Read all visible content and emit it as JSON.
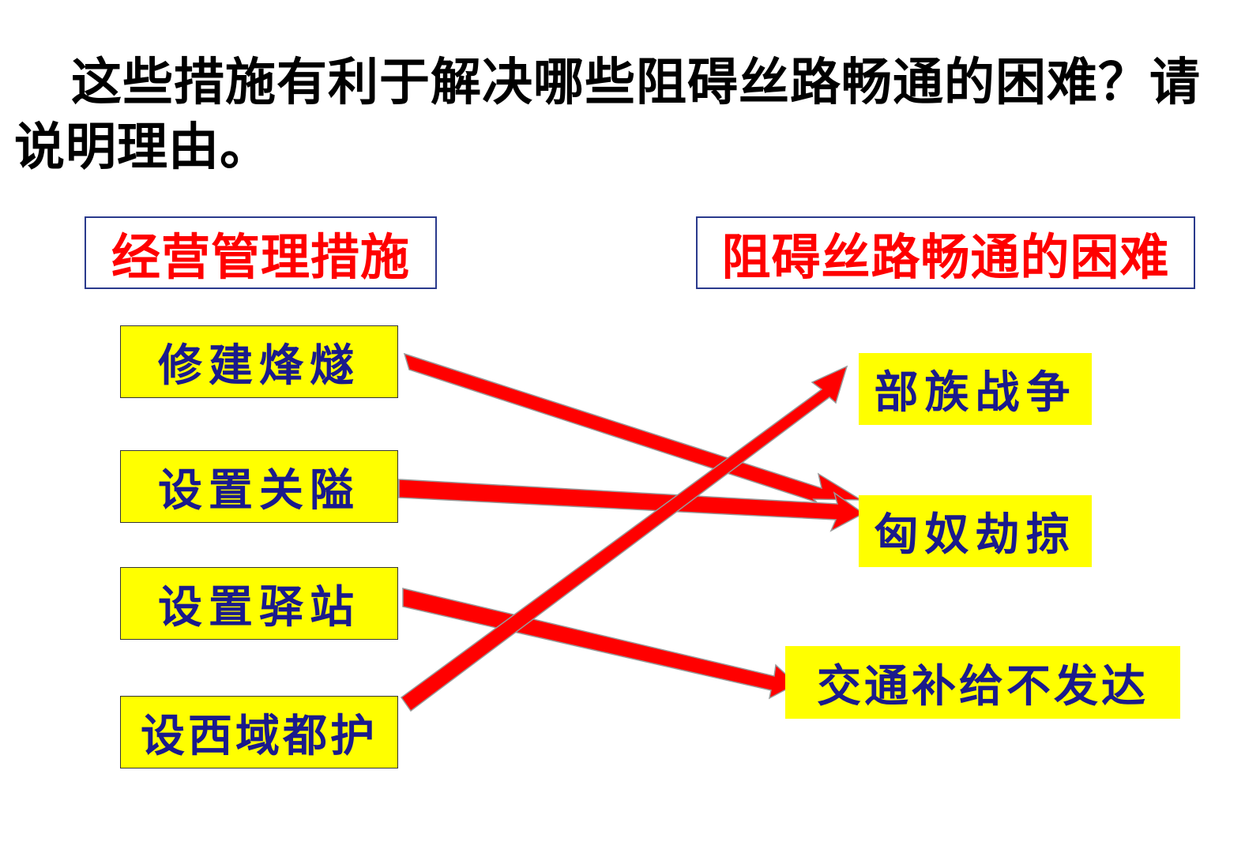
{
  "question": {
    "line1": "这些措施有利于解决哪些阻碍丝路畅通的困难？请",
    "line2": "说明理由。"
  },
  "headers": {
    "measures": "经营管理措施",
    "difficulties": "阻碍丝路畅通的困难"
  },
  "measures": [
    "修建烽燧",
    "设置关隘",
    "设置驿站",
    "设西域都护"
  ],
  "difficulties": [
    "部族战争",
    "匈奴劫掠",
    "交通补给不发达"
  ],
  "connections": [
    {
      "from": "修建烽燧",
      "to": "匈奴劫掠"
    },
    {
      "from": "设置关隘",
      "to": "匈奴劫掠"
    },
    {
      "from": "设置驿站",
      "to": "交通补给不发达"
    },
    {
      "from": "设西域都护",
      "to": "部族战争"
    }
  ],
  "colors": {
    "question_text": "#000000",
    "header_text": "#ff0000",
    "header_border": "#2a3a8c",
    "box_fill": "#ffff00",
    "box_text": "#1a1a8c",
    "arrow": "#ff0000"
  }
}
